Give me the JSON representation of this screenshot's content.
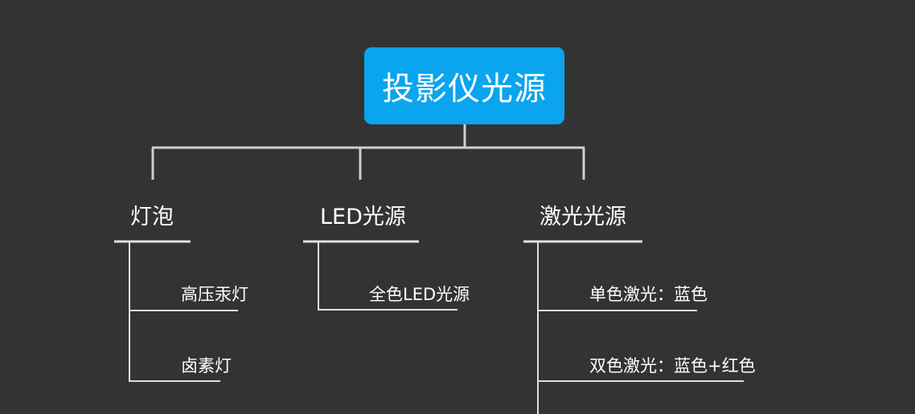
{
  "diagram": {
    "root": {
      "label": "投影仪光源"
    },
    "categories": [
      {
        "label": "灯泡",
        "children": [
          "高压汞灯",
          "卤素灯"
        ]
      },
      {
        "label": "LED光源",
        "children": [
          "全色LED光源"
        ]
      },
      {
        "label": "激光光源",
        "children": [
          "单色激光：蓝色",
          "双色激光：蓝色+红色"
        ]
      }
    ]
  },
  "colors": {
    "background": "#333333",
    "root_fill": "#0aa5ee",
    "connector": "#cfcfcf",
    "text": "#ffffff"
  }
}
